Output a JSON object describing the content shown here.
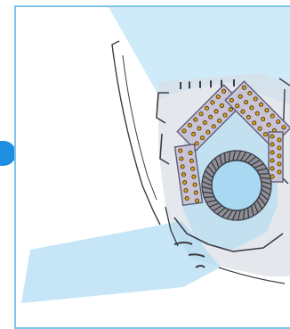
{
  "diagram": {
    "subject": "indoor-unit-cross-section",
    "colors": {
      "frame": "#7fc4ea",
      "indicator": "#1e8fe0",
      "airflow": "#a8d8f2",
      "heat_exchanger": "#c9c3d6",
      "heat_exchanger_edge": "#5a5570",
      "tube": "#d8a316",
      "fan": "#8e8e96",
      "housing": "#d8dee6",
      "outline": "#3c3c44"
    },
    "components": {
      "heat_exchanger_blocks": 4,
      "fan_blades": 40,
      "top_slots": 6
    }
  }
}
